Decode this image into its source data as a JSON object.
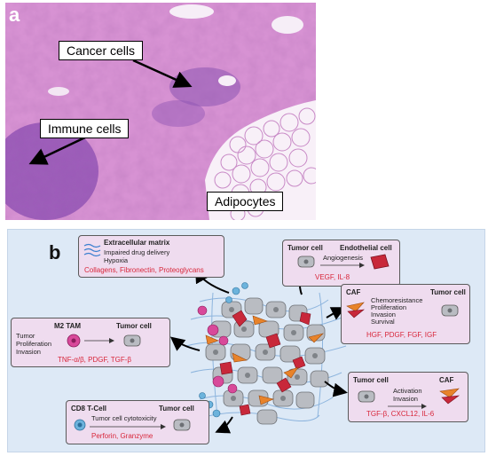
{
  "panel_a": {
    "letter": "a",
    "labels": {
      "cancer": "Cancer cells",
      "immune": "Immune cells",
      "adipocytes": "Adipocytes"
    }
  },
  "panel_b": {
    "letter": "b",
    "ecm": {
      "title": "Extracellular matrix",
      "lines": [
        "Impaired drug delivery",
        "Hypoxia"
      ],
      "factors": "Collagens,  Fibronectin,  Proteoglycans"
    },
    "endo": {
      "left": "Tumor cell",
      "right": "Endothelial cell",
      "process": "Angiogenesis",
      "factors": "VEGF,  IL-8"
    },
    "caf1": {
      "left": "CAF",
      "right": "Tumor cell",
      "lines": [
        "Chemoresistance",
        "Proliferation",
        "Invasion",
        "Survival"
      ],
      "factors": "HGF,  PDGF,  FGF,  IGF"
    },
    "tam": {
      "left": "M2 TAM",
      "right": "Tumor cell",
      "lines": [
        "Tumor",
        "Proliferation",
        "Invasion"
      ],
      "factors": "TNF-α/β,   PDGF,   TGF-β"
    },
    "caf2": {
      "left": "Tumor cell",
      "right": "CAF",
      "lines": [
        "Activation",
        "Invasion"
      ],
      "factors": "TGF-β,  CXCL12,  IL-6"
    },
    "cd8": {
      "left": "CD8 T-Cell",
      "right": "Tumor cell",
      "process": "Tumor cell cytotoxicity",
      "factors": "Perforin,  Granzyme"
    }
  },
  "colors": {
    "tissue": "#d58ed0",
    "panel_bg": "#dde9f6",
    "box_bg": "#efdcef",
    "factor_text": "#d8263a"
  }
}
